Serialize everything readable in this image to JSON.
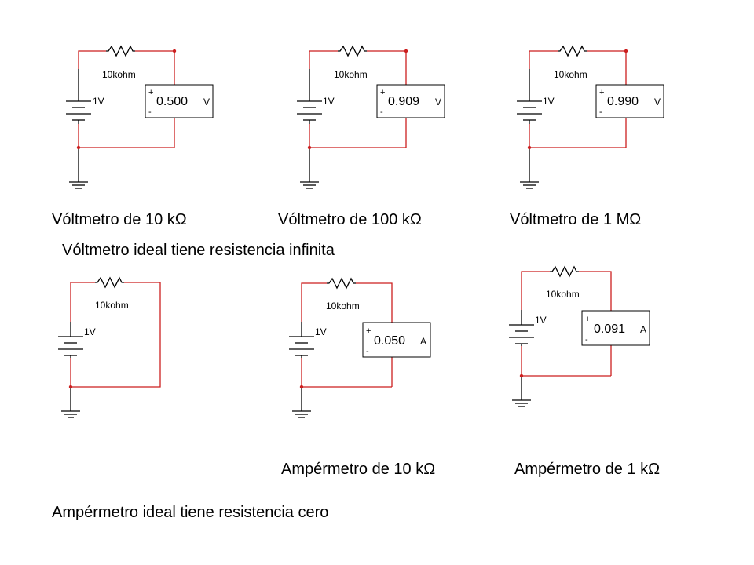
{
  "circuits": {
    "v10k": {
      "resistor": "10kohm",
      "source": "1V",
      "meter": {
        "value": "0.500",
        "unit": "V"
      }
    },
    "v100k": {
      "resistor": "10kohm",
      "source": "1V",
      "meter": {
        "value": "0.909",
        "unit": "V"
      }
    },
    "v1m": {
      "resistor": "10kohm",
      "source": "1V",
      "meter": {
        "value": "0.990",
        "unit": "V"
      }
    },
    "bare": {
      "resistor": "10kohm",
      "source": "1V"
    },
    "a10k": {
      "resistor": "10kohm",
      "source": "1V",
      "meter": {
        "value": "0.050",
        "unit": "A"
      }
    },
    "a1k": {
      "resistor": "10kohm",
      "source": "1V",
      "meter": {
        "value": "0.091",
        "unit": "A"
      }
    }
  },
  "polarity": {
    "plus": "+",
    "minus": "-"
  },
  "captions": {
    "v10k": "Vóltmetro de 10 kΩ",
    "v100k": "Vóltmetro de 100 kΩ",
    "v1m": "Vóltmetro de 1 MΩ",
    "voltmeter_note": "Vóltmetro ideal tiene resistencia infinita",
    "a10k": "Ampérmetro de 10 kΩ",
    "a1k": "Ampérmetro de 1 kΩ",
    "ammeter_note": "Ampérmetro ideal tiene resistencia cero"
  },
  "colors": {
    "wire": "#cc1f1f",
    "ink": "#000000",
    "background": "#ffffff"
  }
}
